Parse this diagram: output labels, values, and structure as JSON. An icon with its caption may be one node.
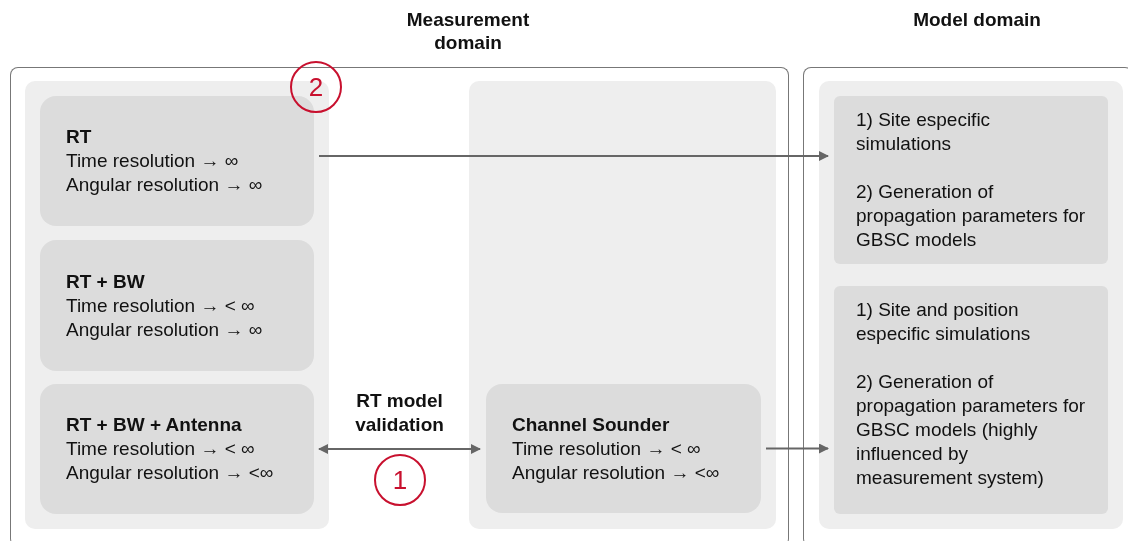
{
  "diagram": {
    "nodes": [
      {
        "text": [
          "Measurement domain"
        ]
      },
      {
        "text": [],
        "shape": "box",
        "in": 0
      },
      {
        "text": [
          "RT",
          "Time resolution → ∞",
          "Angular resolution → ∞"
        ],
        "in": 1
      },
      {
        "text": [
          "RT + BW",
          "Time resolution → < ∞",
          "Angular resolution → ∞"
        ],
        "in": 1
      },
      {
        "text": [
          "RT + BW + Antenna",
          "Time resolution → < ∞",
          "Angular resolution → <∞"
        ],
        "in": 1
      },
      {
        "text": [],
        "shape": "box",
        "in": 0
      },
      {
        "text": [
          "Channel Sounder",
          "Time resolution → < ∞",
          "Angular resolution → <∞"
        ],
        "in": 5
      },
      {
        "text": [
          "Model domain"
        ]
      },
      {
        "text": [],
        "shape": "box",
        "in": 7
      },
      {
        "text": [
          "1) Site especific simulations",
          "2) Generation of propagation parameters for GBSC models"
        ],
        "in": 8
      },
      {
        "text": [
          "1) Site and position especific simulations",
          "2) Generation of propagation parameters for GBSC models (highly influenced by measurement system)"
        ],
        "in": 8
      },
      {
        "text": [
          "2"
        ]
      },
      {
        "text": [
          "1"
        ],
        "in": 0
      }
    ],
    "edges": [
      {
        "from": 2,
        "to": 9,
        "arrow": "to"
      },
      {
        "from": 4,
        "to": 6,
        "arrow": "both",
        "label": "RT model validation"
      },
      {
        "from": 6,
        "to": 10,
        "arrow": "to"
      }
    ]
  }
}
